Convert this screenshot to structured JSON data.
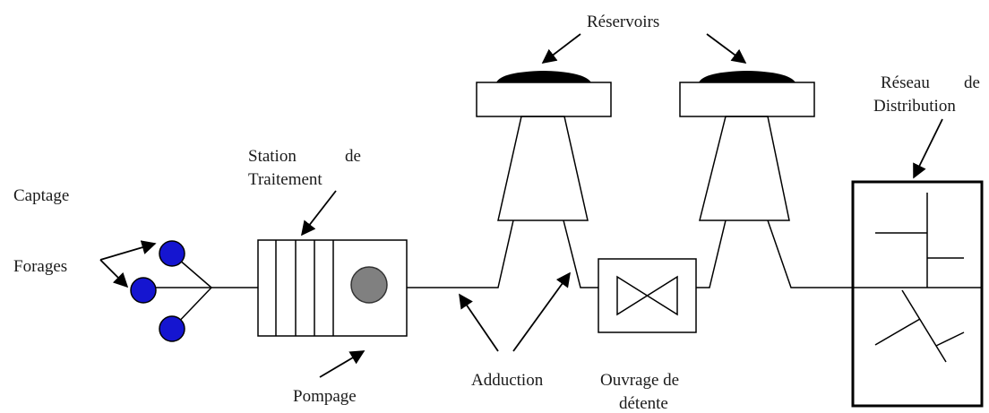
{
  "labels": {
    "reservoirs": "Réservoirs",
    "reseau_line1_a": "Réseau",
    "reseau_line1_b": "de",
    "reseau_line2": "Distribution",
    "station_line1_a": "Station",
    "station_line1_b": "de",
    "station_line2": "Traitement",
    "captage": "Captage",
    "forages": "Forages",
    "pompage": "Pompage",
    "adduction": "Adduction",
    "ouvrage_line1": "Ouvrage de",
    "ouvrage_line2": "détente"
  },
  "colors": {
    "line": "#000000",
    "well": "#1515d0",
    "pump": "#808080",
    "reservoir_cap": "#000000"
  }
}
